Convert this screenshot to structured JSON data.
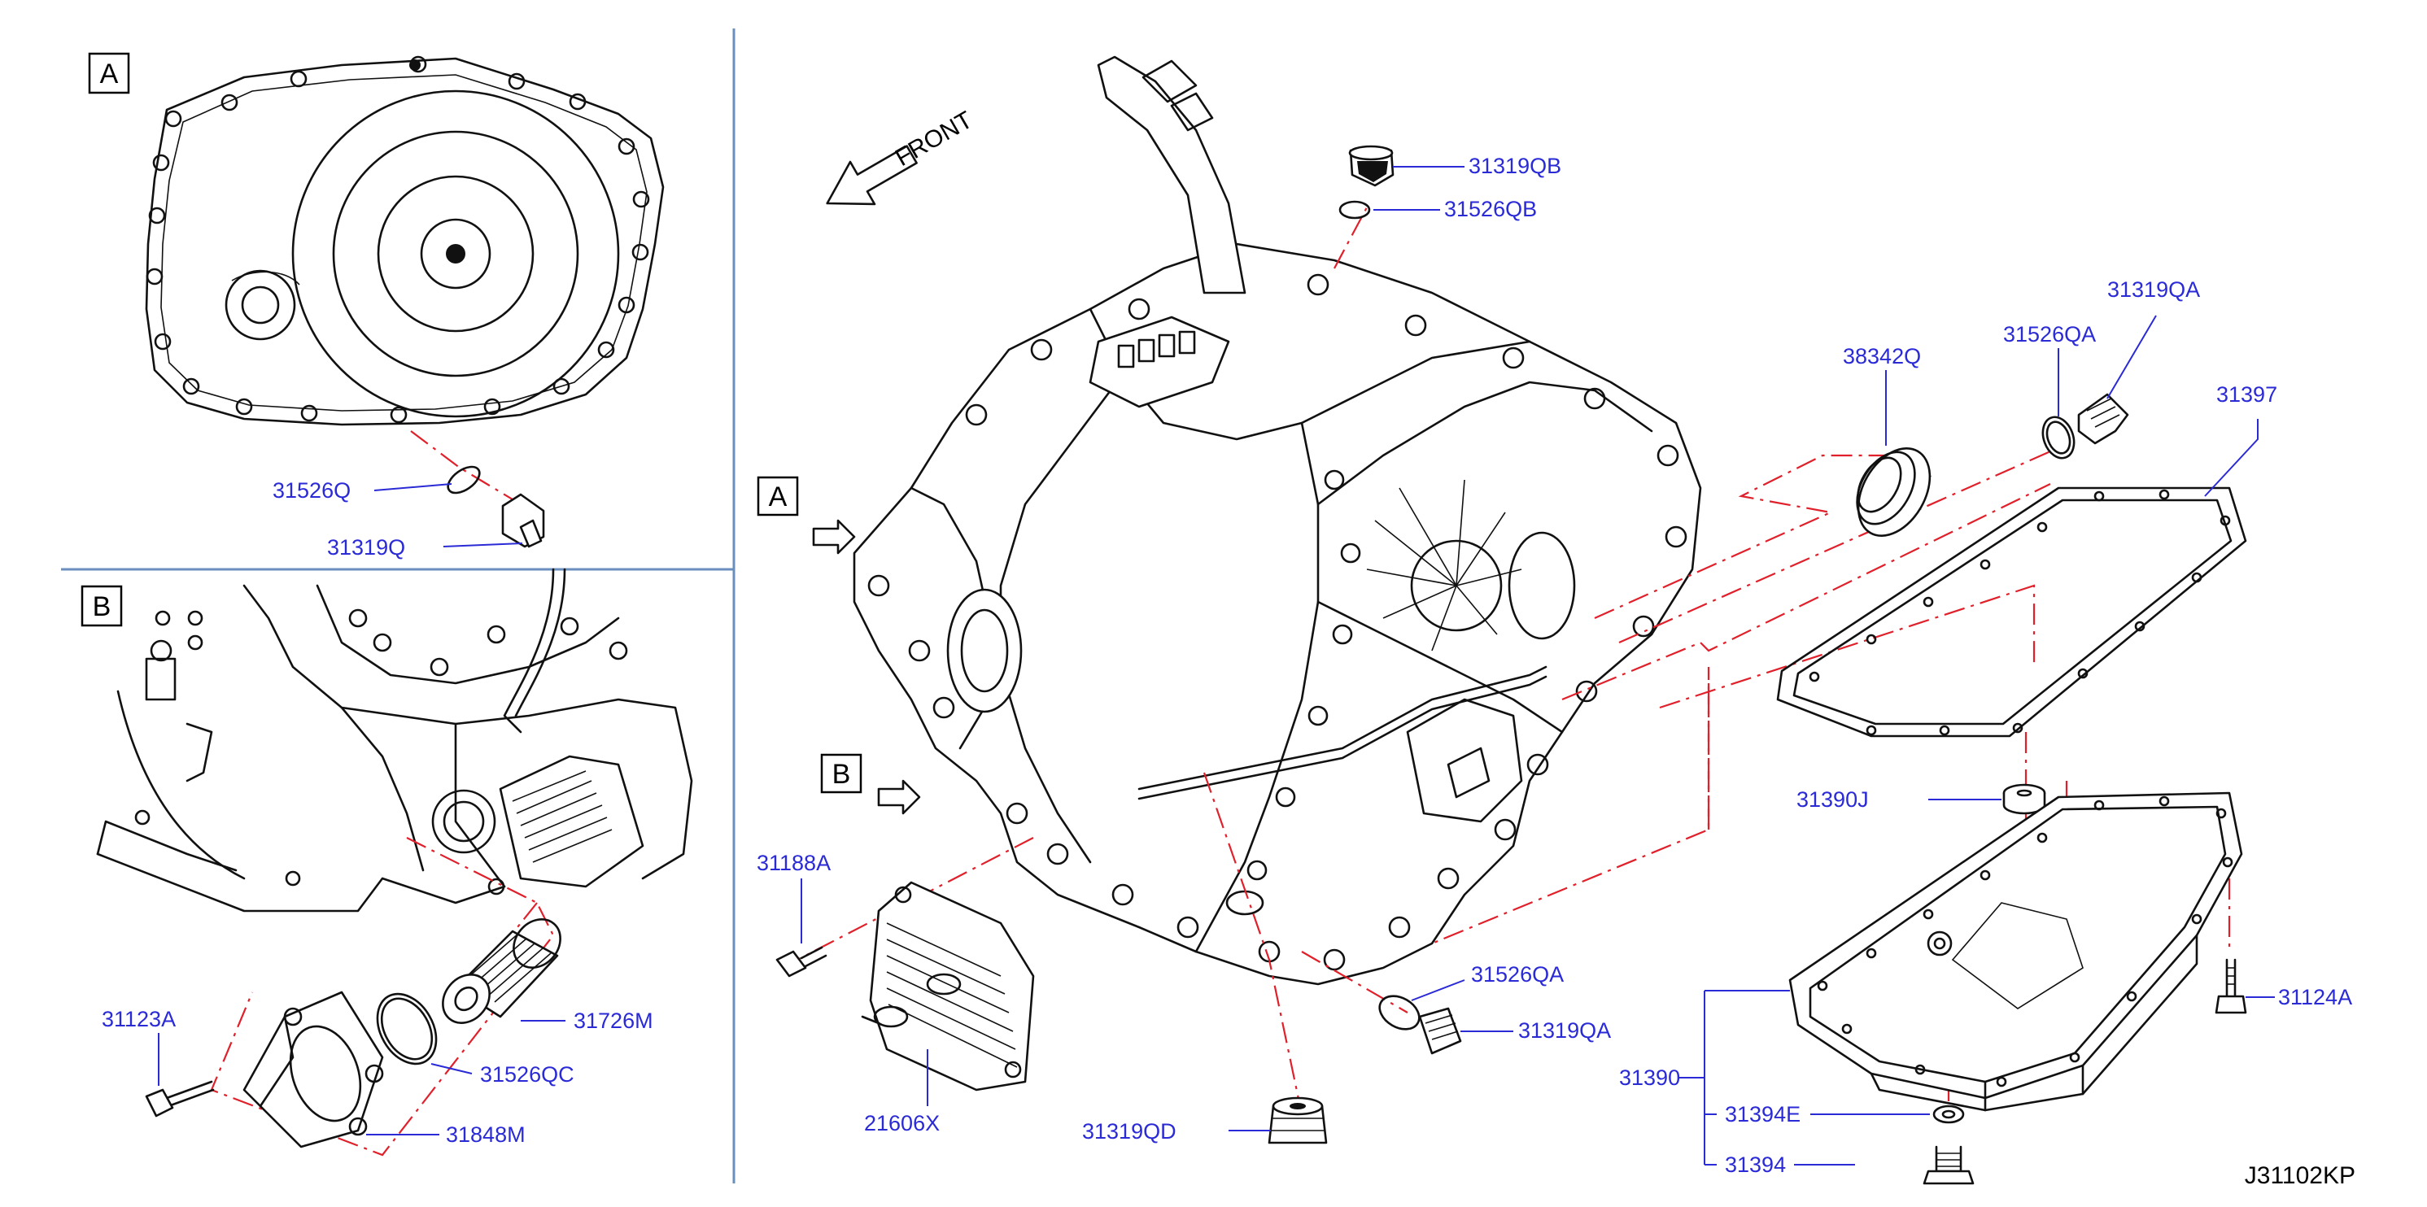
{
  "diagram_code": "J31102KP",
  "front_label": "FRONT",
  "sections": {
    "a": "A",
    "b": "B"
  },
  "callouts": {
    "a": "A",
    "b": "B"
  },
  "parts": {
    "p31319QB": "31319QB",
    "p31526QB": "31526QB",
    "p38342Q": "38342Q",
    "p31526QA_top": "31526QA",
    "p31319QA_top": "31319QA",
    "p31397": "31397",
    "p31390J": "31390J",
    "p31188A": "31188A",
    "p31526QA_mid": "31526QA",
    "p31319QA_mid": "31319QA",
    "p31124A": "31124A",
    "p31390": "31390",
    "p31394E": "31394E",
    "p31394": "31394",
    "p21606X": "21606X",
    "p31319QD": "31319QD",
    "p31526Q": "31526Q",
    "p31319Q": "31319Q",
    "p31123A": "31123A",
    "p31726M": "31726M",
    "p31526QC": "31526QC",
    "p31848M": "31848M"
  },
  "colors": {
    "label": "#2a2ad6",
    "centerline": "#e0202a",
    "divider": "#6a8fbf",
    "ink": "#111111"
  }
}
